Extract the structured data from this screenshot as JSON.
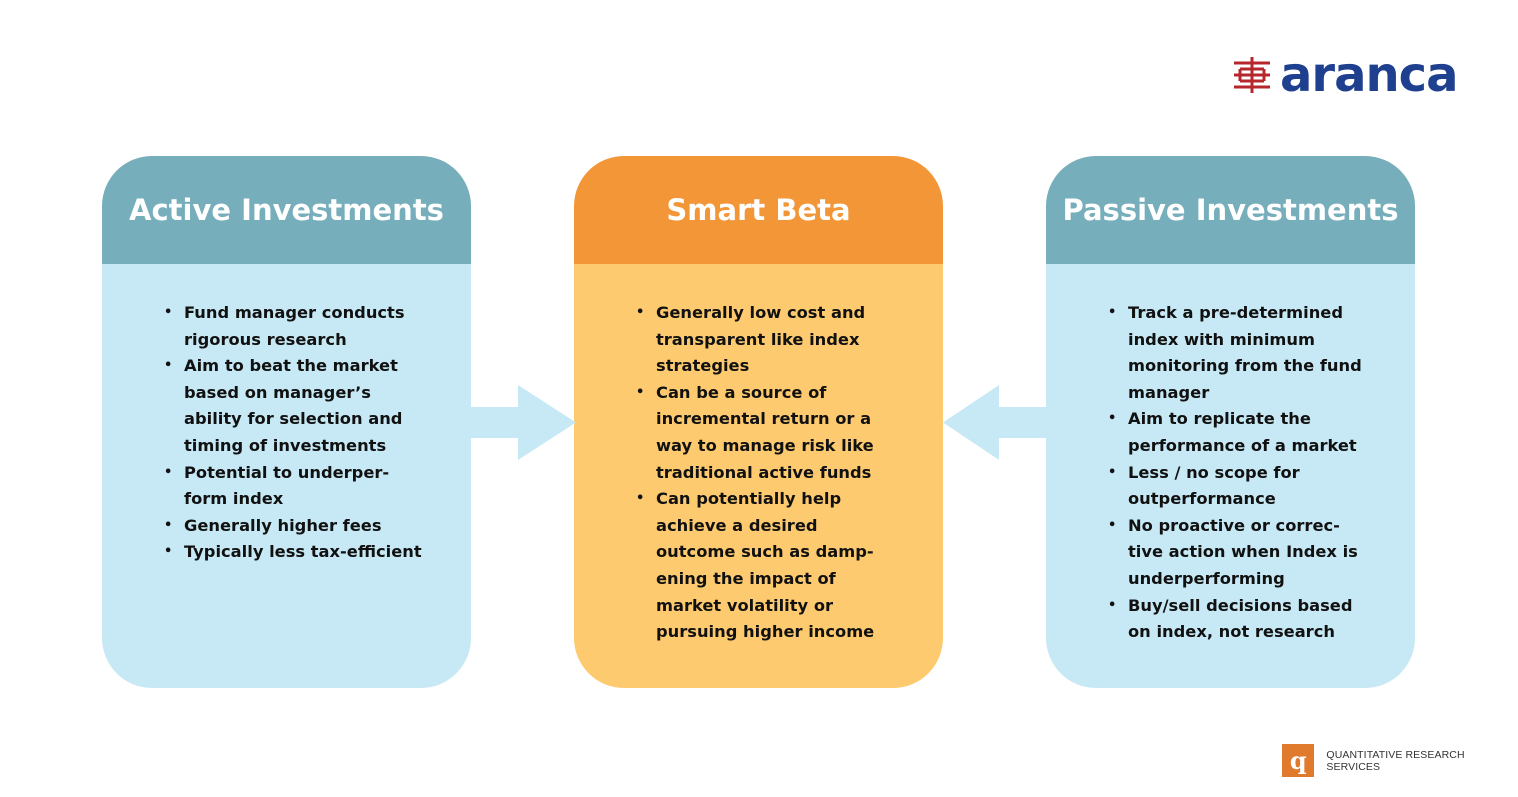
{
  "brand": {
    "logo_text": "aranca",
    "logo_color": "#1f3f8f",
    "mark_color": "#b5272d"
  },
  "cards": {
    "active": {
      "title": "Active Investments",
      "items": [
        "Fund manager conducts\nrigorous research",
        "Aim to beat the market\nbased on manager’s\nability for selection and\ntiming of investments",
        "Potential to underper-\nform index",
        "Generally higher fees",
        "Typically less tax-efficient"
      ]
    },
    "smart": {
      "title": "Smart Beta",
      "items": [
        "Generally low cost and\ntransparent like index\nstrategies",
        "Can be a source of\nincremental return or a\nway to manage risk like\ntraditional active funds",
        "Can potentially help\nachieve a desired\noutcome such as damp-\nening the impact of\nmarket volatility or\npursuing higher income"
      ]
    },
    "passive": {
      "title": "Passive Investments",
      "items": [
        "Track a pre-determined\nindex with minimum\nmonitoring from the fund\nmanager",
        "Aim to replicate the\nperformance of a market",
        "Less / no scope for\noutperformance",
        "No proactive or correc-\ntive action when Index is\nunderperforming",
        "Buy/sell decisions based\non index, not research"
      ]
    }
  },
  "colors": {
    "side_header": "#77aebb",
    "side_body": "#c7e9f5",
    "center_header": "#f39638",
    "center_body": "#fdca6f",
    "arrow": "#c7e9f5"
  },
  "footer": {
    "mark_glyph": "q",
    "label": "QUANTITATIVE RESEARCH SERVICES"
  }
}
